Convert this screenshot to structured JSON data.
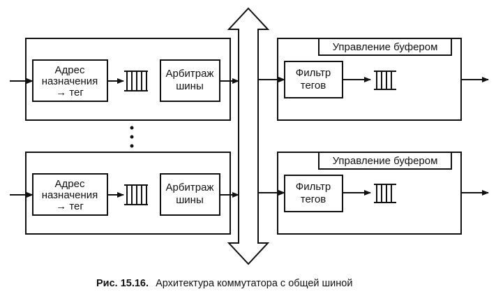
{
  "diagram": {
    "input_port": {
      "address_line1": "Адрес",
      "address_line2": "назначения",
      "address_line3": "→ тег",
      "arbiter_line1": "Арбитраж",
      "arbiter_line2": "шины"
    },
    "output_port": {
      "buffer_control": "Управление буфером",
      "filter_line1": "Фильтр",
      "filter_line2": "тегов"
    },
    "caption": {
      "prefix": "Рис. 15.16.",
      "text": "Архитектура коммутатора с общей шиной"
    }
  }
}
